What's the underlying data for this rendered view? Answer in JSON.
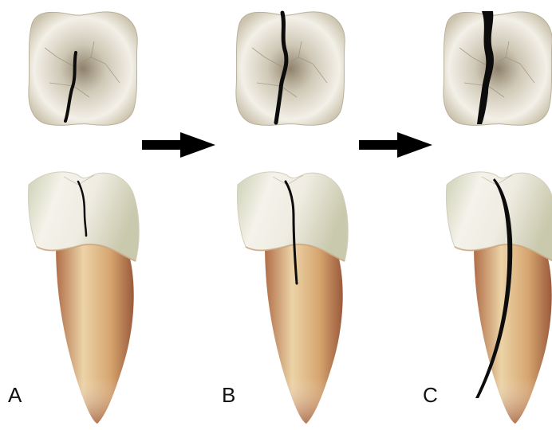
{
  "figure": {
    "panels": [
      {
        "label": "A",
        "stage": 1
      },
      {
        "label": "B",
        "stage": 2
      },
      {
        "label": "C",
        "stage": 3
      }
    ],
    "arrow_count": 2,
    "colors": {
      "enamel_light": "#f6f4ef",
      "enamel_mid": "#e3dfd2",
      "enamel_shadow": "#b8ae98",
      "groove": "#8f826c",
      "root_light": "#ecd3a7",
      "root_mid": "#d6a56f",
      "root_dark": "#b06e48",
      "root_tip": "#9a4e3a",
      "crack": "#0c0c0c",
      "arrow": "#000000"
    }
  }
}
